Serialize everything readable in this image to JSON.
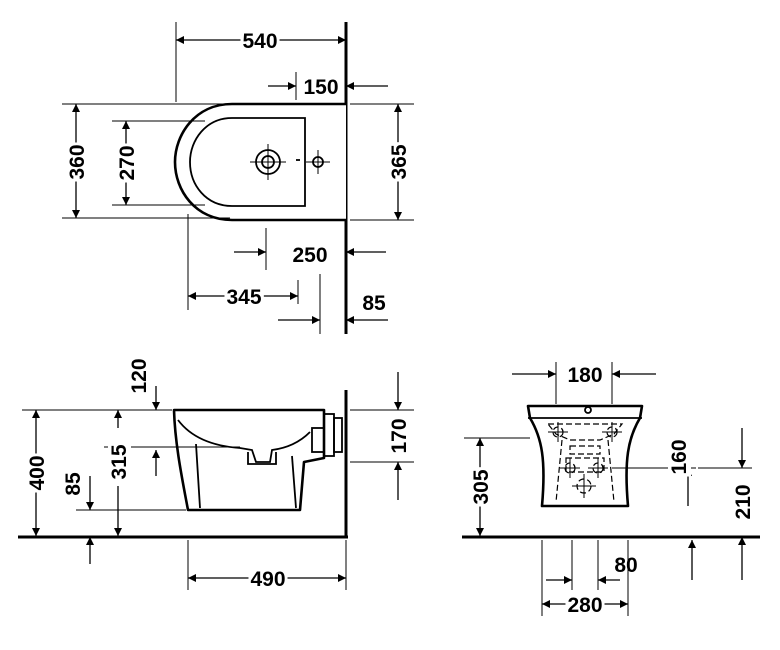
{
  "top_view": {
    "d540": "540",
    "d150": "150",
    "d360": "360",
    "d270": "270",
    "d365": "365",
    "d250": "250",
    "d345": "345",
    "d85": "85"
  },
  "side_view": {
    "d120": "120",
    "d170": "170",
    "d400": "400",
    "d315": "315",
    "d85": "85",
    "d490": "490"
  },
  "front_view": {
    "d180": "180",
    "d160": "160",
    "d305": "305",
    "d210": "210",
    "d80": "80",
    "d280": "280"
  }
}
